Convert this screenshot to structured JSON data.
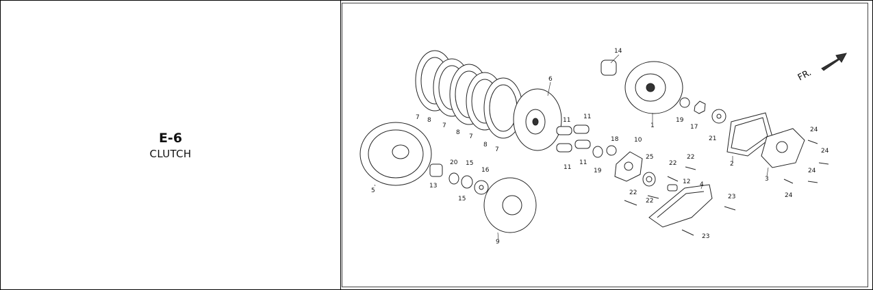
{
  "section": {
    "code": "E-6",
    "title": "CLUTCH"
  },
  "diagram": {
    "direction_label": "FR.",
    "callouts": [
      "14",
      "6",
      "7",
      "8",
      "7",
      "8",
      "7",
      "8",
      "7",
      "1",
      "19",
      "17",
      "21",
      "11",
      "11",
      "11",
      "11",
      "18",
      "10",
      "25",
      "22",
      "22",
      "12",
      "19",
      "2",
      "3",
      "24",
      "24",
      "24",
      "24",
      "5",
      "13",
      "20",
      "15",
      "15",
      "16",
      "9",
      "4",
      "22",
      "22",
      "23",
      "23"
    ]
  }
}
